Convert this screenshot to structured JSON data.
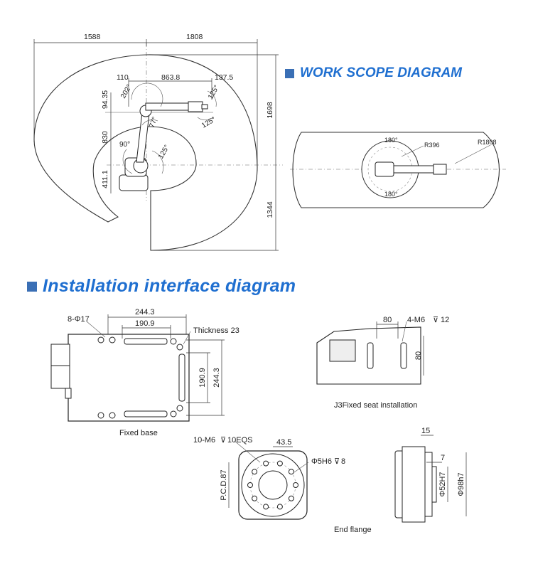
{
  "headings": {
    "work_scope": "WORK SCOPE DIAGRAM",
    "installation": "Installation interface diagram"
  },
  "work_scope_side": {
    "dims": {
      "w1588": "1588",
      "w1808": "1808",
      "w110": "110",
      "w863_8": "863.8",
      "w137_5": "137.5",
      "h94_35": "94.35",
      "h830": "830",
      "h411_1": "411.1",
      "h1698": "1698",
      "h1344": "1344"
    },
    "angles": {
      "a202": "202°",
      "a77": "77°",
      "a90": "90°",
      "a125_base": "125°",
      "a125_top": "125°",
      "a125_wrist": "125°"
    }
  },
  "work_scope_top": {
    "r1808": "R1808",
    "r396": "R396",
    "deg_top": "180°",
    "deg_bottom": "180°"
  },
  "fixed_base": {
    "holes": "8-Φ17",
    "w244_3": "244.3",
    "w190_9": "190.9",
    "thickness": "Thickness 23",
    "h190_9": "190.9",
    "h244_3": "244.3",
    "caption": "Fixed base"
  },
  "j3_seat": {
    "w80": "80",
    "threads": "4-M6",
    "thread_depth": "12",
    "h80": "80",
    "caption": "J3Fixed seat installation"
  },
  "end_flange": {
    "holes": "10-M6",
    "holes_depth": "10EQS",
    "w43_5": "43.5",
    "pin": "Φ5H6",
    "pin_depth": "8",
    "pcd": "P.C.D.87",
    "w15": "15",
    "w7": "7",
    "d52": "Φ52H7",
    "d98": "Φ98h7",
    "caption": "End flange"
  }
}
